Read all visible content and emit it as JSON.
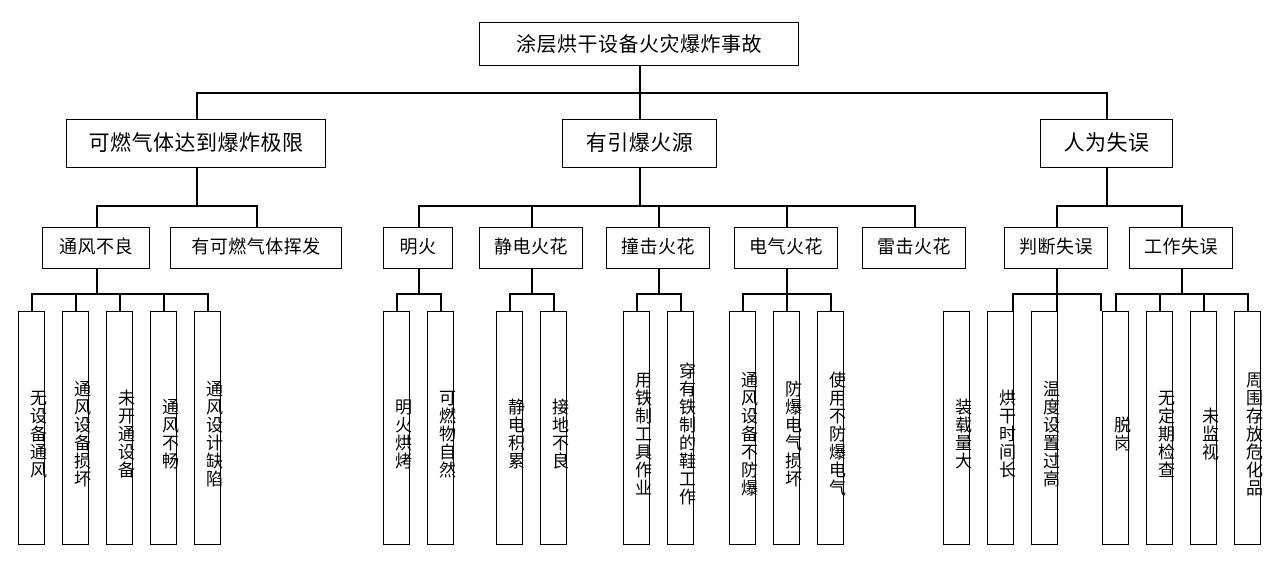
{
  "diagram": {
    "title": "涂层烘干设备火灾爆炸事故",
    "type": "fault-tree",
    "orientation": "top-down",
    "colors": {
      "stroke": "#000000",
      "fill": "#ffffff",
      "text": "#000000"
    }
  },
  "top": {
    "label": "涂层烘干设备火灾爆炸事故"
  },
  "level2": [
    {
      "label": "可燃气体达到爆炸极限"
    },
    {
      "label": "有引爆火源"
    },
    {
      "label": "人为失误"
    }
  ],
  "level3": [
    {
      "label": "通风不良"
    },
    {
      "label": "有可燃气体挥发"
    },
    {
      "label": "明火"
    },
    {
      "label": "静电火花"
    },
    {
      "label": "撞击火花"
    },
    {
      "label": "电气火花"
    },
    {
      "label": "雷击火花"
    },
    {
      "label": "判断失误"
    },
    {
      "label": "工作失误"
    }
  ],
  "leaves": [
    {
      "label": "无设备通风"
    },
    {
      "label": "通风设备损坏"
    },
    {
      "label": "未开通设备"
    },
    {
      "label": "通风不畅"
    },
    {
      "label": "通风设计缺陷"
    },
    {
      "label": "明火烘烤"
    },
    {
      "label": "可燃物自然"
    },
    {
      "label": "静电积累"
    },
    {
      "label": "接地不良"
    },
    {
      "label": "用铁制工具作业"
    },
    {
      "label": "穿有铁制的鞋工作"
    },
    {
      "label": "通风设备不防爆"
    },
    {
      "label": "防爆电气损坏"
    },
    {
      "label": "使用不防爆电气"
    },
    {
      "label": "装载量大"
    },
    {
      "label": "烘干时间长"
    },
    {
      "label": "温度设置过高"
    },
    {
      "label": "脱岗"
    },
    {
      "label": "无定期检查"
    },
    {
      "label": "未监视"
    },
    {
      "label": "周围存放危化品"
    }
  ]
}
